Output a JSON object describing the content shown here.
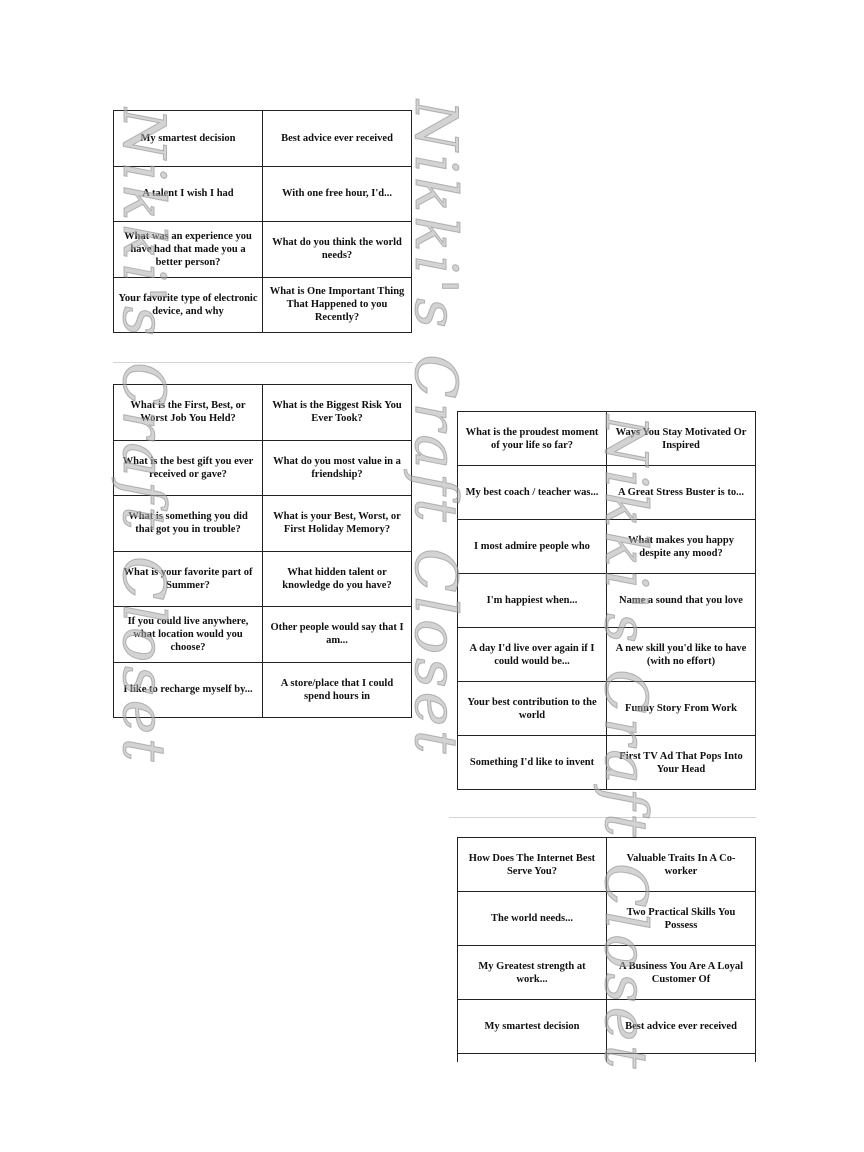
{
  "watermark": "Nikki's Craft Closet",
  "sheet1": [
    "My smartest decision",
    "Best advice ever received",
    "A talent I wish I had",
    "With one free hour, I'd...",
    "What was an experience you have had that made you a better person?",
    "What do you think the world needs?",
    "Your favorite type of electronic device, and why",
    "What is One Important Thing That Happened to you Recently?"
  ],
  "sheet2": [
    "What is the First, Best, or Worst Job You Held?",
    "What is the Biggest Risk You Ever Took?",
    "What is the best gift you ever received or gave?",
    "What do you most value in a friendship?",
    "What is something you did that got you in trouble?",
    "What is your Best, Worst, or First Holiday Memory?",
    "What is your favorite part of Summer?",
    "What hidden talent or knowledge do you have?",
    "If you could live anywhere, what location would you choose?",
    "Other people would say that I am...",
    "I like to recharge myself by...",
    "A store/place that I could spend hours in"
  ],
  "sheet3": [
    "What is the proudest moment of your life so far?",
    "Ways You Stay Motivated Or Inspired",
    "My best coach / teacher was...",
    "A Great Stress Buster is to...",
    "I most admire people who",
    "What makes you happy despite any mood?",
    "I'm happiest when...",
    "Name a sound that you love",
    "A day I'd live over again if I could would be...",
    "A new skill you'd like to have (with no effort)",
    "Your best contribution to the world",
    "Funny Story From Work",
    "Something I'd like to invent",
    "First TV Ad That Pops Into Your Head"
  ],
  "sheet4": [
    "How Does The Internet Best Serve You?",
    "Valuable Traits In A Co-worker",
    "The world needs...",
    "Two Practical Skills You Possess",
    "My Greatest strength at work...",
    "A Business You Are A Loyal Customer Of",
    "My smartest decision",
    "Best advice ever received"
  ]
}
